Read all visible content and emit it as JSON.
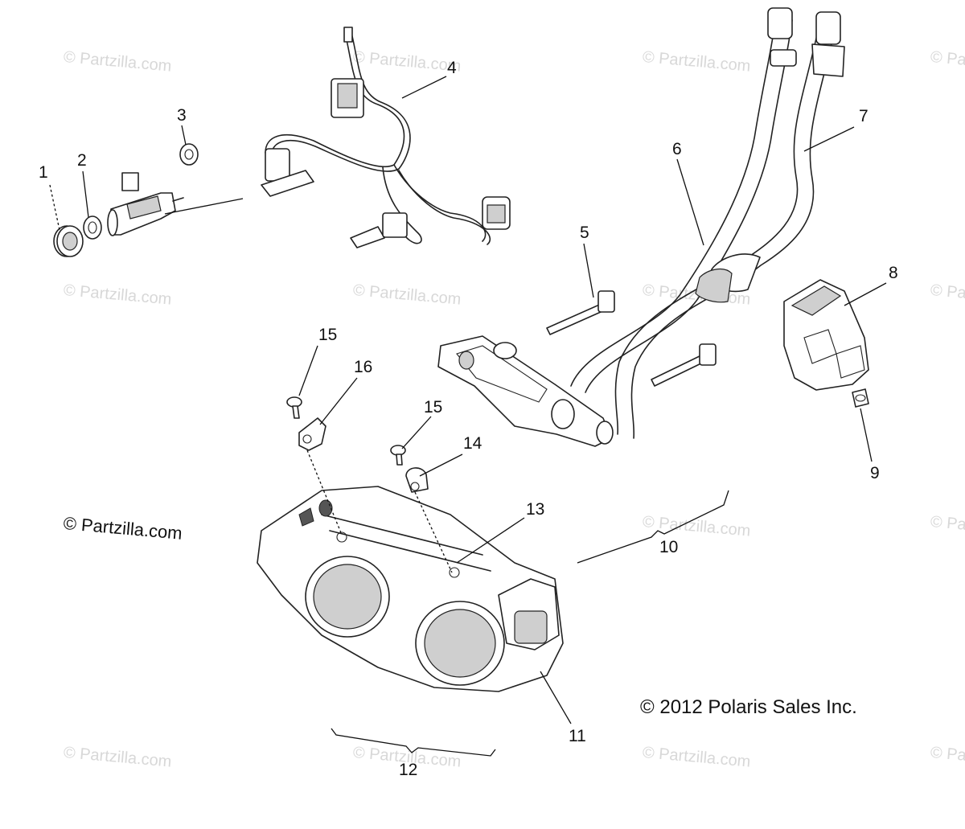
{
  "watermark_text": "© Partzilla.com",
  "main_watermark": "© Partzilla.com",
  "copyright": "© 2012 Polaris Sales Inc.",
  "callouts": {
    "c1": "1",
    "c2": "2",
    "c3": "3",
    "c4": "4",
    "c5": "5",
    "c6": "6",
    "c7": "7",
    "c8": "8",
    "c9": "9",
    "c10": "10",
    "c11": "11",
    "c12": "12",
    "c13": "13",
    "c14": "14",
    "c15a": "15",
    "c15b": "15",
    "c16": "16"
  },
  "colors": {
    "line": "#222222",
    "watermark": "#d8d8d8",
    "background": "#ffffff"
  }
}
